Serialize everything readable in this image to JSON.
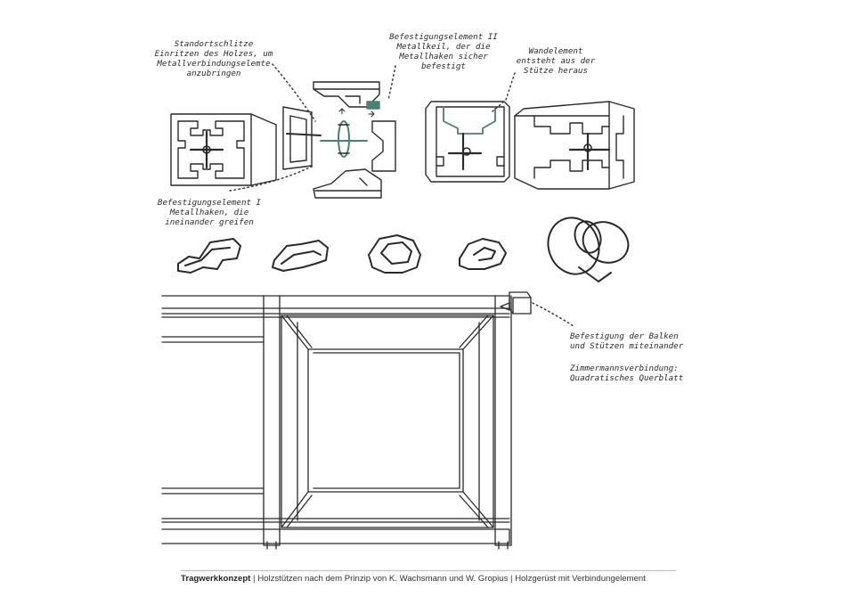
{
  "annotations": {
    "standort": [
      "Standortschlitze",
      "Einritzen des Holzes, um",
      "Metallverbindungselemte",
      "anzubringen"
    ],
    "befestigung2": [
      "Befestigungselement II",
      "Metallkeil, der die",
      "Metallhaken sicher",
      "befestigt"
    ],
    "wandelement": [
      "Wandelement",
      "entsteht aus der",
      "Stütze heraus"
    ],
    "befestigung1": [
      "Befestigungselement I",
      "Metallhaken, die",
      "ineinander greifen"
    ],
    "balken": [
      "Befestigung der Balken",
      "und Stützen miteinander"
    ],
    "zimmermann": [
      "Zimmermannsverbindung:",
      "Quadratisches Querblatt"
    ]
  },
  "caption": {
    "bold": "Tragwerkkonzept",
    "rest": " | Holzstützen nach dem Prinzip von K. Wachsmann und W. Gropius | Holzgerüst mit Verbindungelement"
  },
  "colors": {
    "ink": "#2a2a2a",
    "accent": "#4e7d72",
    "rule": "#bdbdbd"
  }
}
